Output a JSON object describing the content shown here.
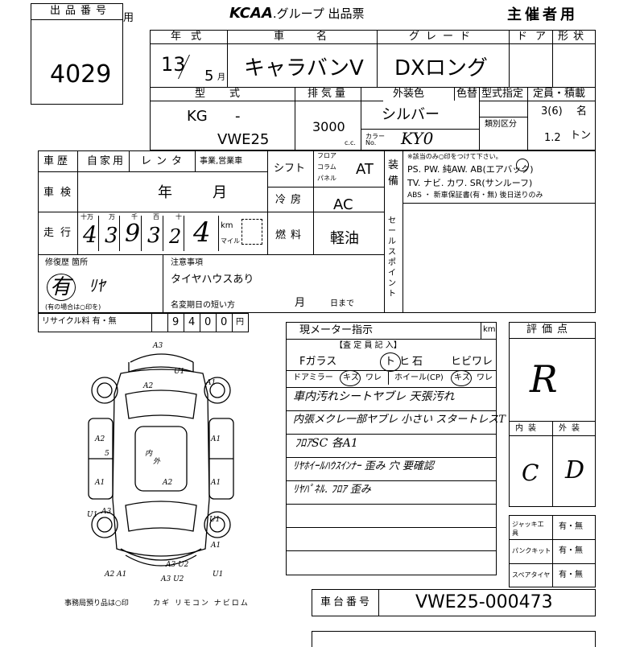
{
  "header": {
    "lot_label": "出品番号",
    "lot_number": "4029",
    "lot_side_char": "用",
    "title_logo": "KCAA",
    "title_rest": ".グループ 出品票",
    "copy_label": "主催者用"
  },
  "vehicle": {
    "year_label": "年式",
    "year": "13",
    "month": "5",
    "month_unit": "月",
    "name_label": "車名",
    "name": "キャラバンV",
    "grade_label": "グレード",
    "grade": "DXロング",
    "doors_label": "ドア",
    "shape_label": "形状",
    "model_label": "型式",
    "model_prefix": "KG",
    "model_dash": "-",
    "model_code": "VWE25",
    "displacement_label": "排気量",
    "displacement": "3000",
    "cc_unit": "c.c.",
    "exterior_label": "外装色",
    "exterior": "シルバー",
    "color_change_label": "色替",
    "color_no_label": "カラーNo.",
    "color_no": "KY0",
    "type_spec_label": "型式指定",
    "category_label": "類別区分",
    "capacity_label": "定員・積載",
    "capacity": "3(6)",
    "capacity_unit": "名",
    "load": "1.2",
    "load_unit": "トン"
  },
  "history": {
    "label": "車歴",
    "options": [
      "自家用",
      "レンタ",
      "事業,営業車"
    ],
    "inspection_label": "車検",
    "inspection_year_unit": "年",
    "inspection_month_unit": "月",
    "mileage_label": "走行",
    "digit_units": [
      "十万",
      "万",
      "千",
      "百",
      "十",
      ""
    ],
    "mileage_digits": [
      "4",
      "3",
      "9",
      "3",
      "2",
      "4"
    ],
    "km_unit": "km",
    "mile_unit": "マイル",
    "shift_label": "シフト",
    "shift_options": [
      "フロア",
      "コラム",
      "パネル"
    ],
    "shift": "AT",
    "ac_label": "冷房",
    "ac": "AC",
    "fuel_label": "燃料",
    "fuel": "軽油",
    "equipment_label": "装備",
    "equipment_note": "※該当のみ○印をつけて下さい。",
    "equipment_line1": "PS. PW. 純AW. AB(エアバック)",
    "equipment_line2": "TV. ナビ. カワ. SR(サンルーフ)",
    "equipment_line3": "ABS ・ 新車保証書(有・無) 後日送りのみ",
    "sales_point_label": "セールスポイント",
    "repair_label": "修復歴 箇所",
    "repair_value": "有",
    "repair_note": "(有の場合は○印を)",
    "repair_location": "ﾘﾔ",
    "notes_label": "注意事項",
    "notes_value": "タイヤハウスあり",
    "name_change_label": "名変期日の短い方",
    "name_change_month": "月",
    "name_change_day": "日まで",
    "recycle_label": "リサイクル料 有・無",
    "recycle_digits": [
      "",
      "9",
      "4",
      "0",
      "0"
    ],
    "recycle_unit": "円"
  },
  "inspection": {
    "meter_label": "現メーター指示",
    "meter_unit": "km",
    "inspector_label": "【査 定 員 記 入】",
    "row1": [
      "Fガラス",
      "ト",
      "ヒ",
      "石",
      "ヒビワレ"
    ],
    "row2": [
      "ドアミラー",
      "キズ",
      "ワレ",
      "ホイール(CP)",
      "キズ",
      "ワレ"
    ],
    "handwritten": [
      "車内汚れシートヤブレ 天張汚れ",
      "内張メクレ一部ヤブレ 小さい スタートレスT",
      "ﾌﾛｱSC 各A1",
      "ﾘﾔﾎｲｰﾙﾊｳｽｲﾝﾅｰ 歪み 穴 要確認",
      "ﾘﾔﾊﾟﾈﾙ. ﾌﾛｱ 歪み"
    ],
    "score_label": "評価点",
    "score": "R",
    "interior_label": "内装",
    "exterior_label": "外装",
    "interior_grade": "C",
    "exterior_grade": "D",
    "jack_label": "ジャッキ工具",
    "puncture_label": "パンクキット",
    "spare_label": "スペアタイヤ",
    "yes_no": "有・無",
    "chassis_label": "車台番号",
    "chassis": "VWE25-000473"
  },
  "diagram": {
    "marks": [
      "A3",
      "A2",
      "A1",
      "A2",
      "A1",
      "A1",
      "A1",
      "A2",
      "U1",
      "A1",
      "U1",
      "A3",
      "U1",
      "A3 U2",
      "A3 U2",
      "A2 A1",
      "U1"
    ],
    "inside": [
      "内",
      "外",
      "5"
    ],
    "office_note": "事務局預り品は○印",
    "office_items": "カギ リモコン ナビロム"
  }
}
